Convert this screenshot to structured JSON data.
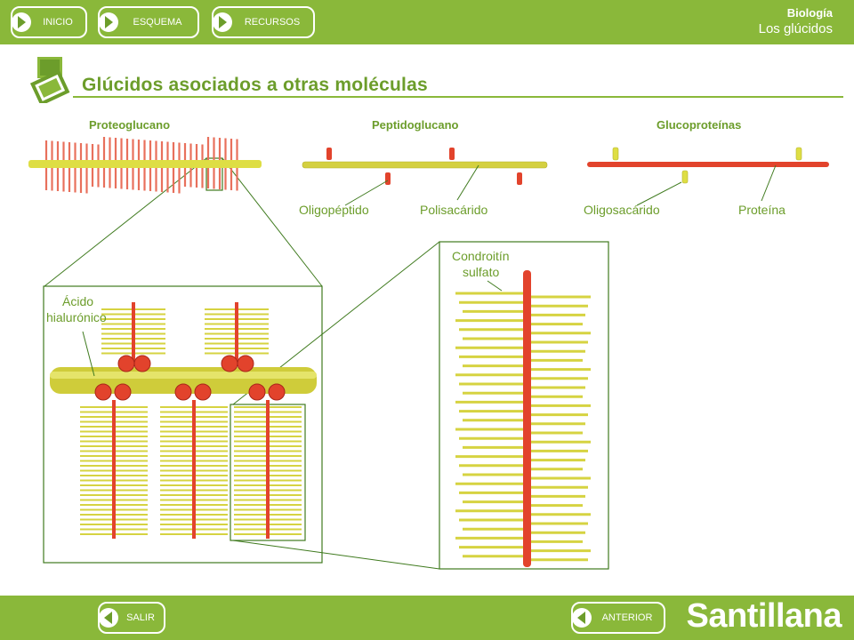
{
  "nav": {
    "top": [
      {
        "label": "INICIO"
      },
      {
        "label": "ESQUEMA"
      },
      {
        "label": "RECURSOS"
      }
    ],
    "bottom": {
      "exit": "SALIR",
      "previous": "ANTERIOR"
    }
  },
  "subject": {
    "course": "Biología",
    "unit": "Los glúcidos"
  },
  "page": {
    "title": "Glúcidos asociados a otras moléculas"
  },
  "diagram": {
    "headers": {
      "proteoglucano": "Proteoglucano",
      "peptidoglucano": "Peptidoglucano",
      "glucoproteinas": "Glucoproteínas"
    },
    "labels": {
      "oligopeptido": "Oligopéptido",
      "polisacarido": "Polisacárido",
      "oligosacarido": "Oligosacárido",
      "proteina": "Proteína",
      "condroitin_1": "Condroitín",
      "condroitin_2": "sulfato",
      "acido_1": "Ácido",
      "acido_2": "hialurónico"
    }
  },
  "colors": {
    "bar_green": "#8ab83a",
    "title_green": "#6c9d2b",
    "polysaccharide_yellow": "#d6d341",
    "protein_red": "#e2432c"
  },
  "brand": "Santillana"
}
